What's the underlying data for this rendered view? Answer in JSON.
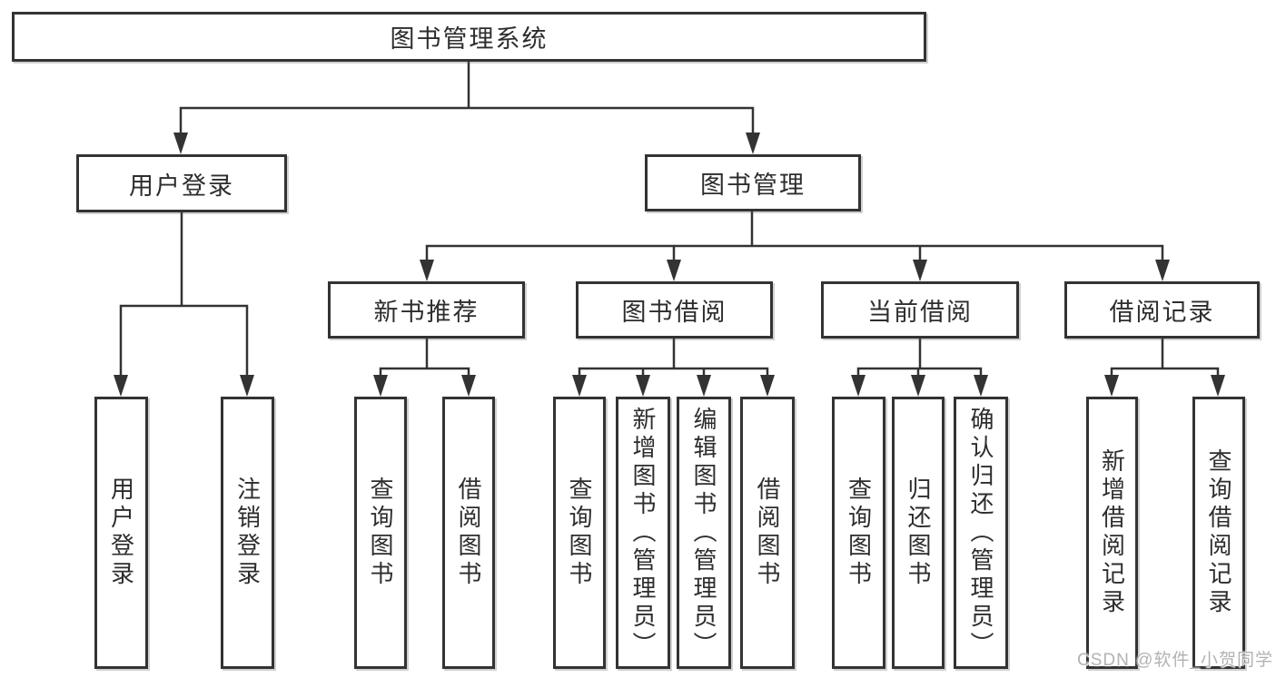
{
  "tree": {
    "root": {
      "label": "图书管理系统",
      "children": [
        {
          "label": "用户登录",
          "children": [
            {
              "label": "用户登录"
            },
            {
              "label": "注销登录"
            }
          ]
        },
        {
          "label": "图书管理",
          "children": [
            {
              "label": "新书推荐",
              "children": [
                {
                  "label": "查询图书"
                },
                {
                  "label": "借阅图书"
                }
              ]
            },
            {
              "label": "图书借阅",
              "children": [
                {
                  "label": "查询图书"
                },
                {
                  "label": "新增图书（管理员）"
                },
                {
                  "label": "编辑图书（管理员）"
                },
                {
                  "label": "借阅图书"
                }
              ]
            },
            {
              "label": "当前借阅",
              "children": [
                {
                  "label": "查询图书"
                },
                {
                  "label": "归还图书"
                },
                {
                  "label": "确认归还（管理员）"
                }
              ]
            },
            {
              "label": "借阅记录",
              "children": [
                {
                  "label": "新增借阅记录"
                },
                {
                  "label": "查询借阅记录"
                }
              ]
            }
          ]
        }
      ]
    }
  },
  "watermark": {
    "text": "CSDN @软件_小贺同学"
  },
  "colors": {
    "line": "#333333",
    "box_border": "#333333",
    "text": "#2d2d2d",
    "background": "#ffffff",
    "watermark": "#b2b2b2"
  }
}
